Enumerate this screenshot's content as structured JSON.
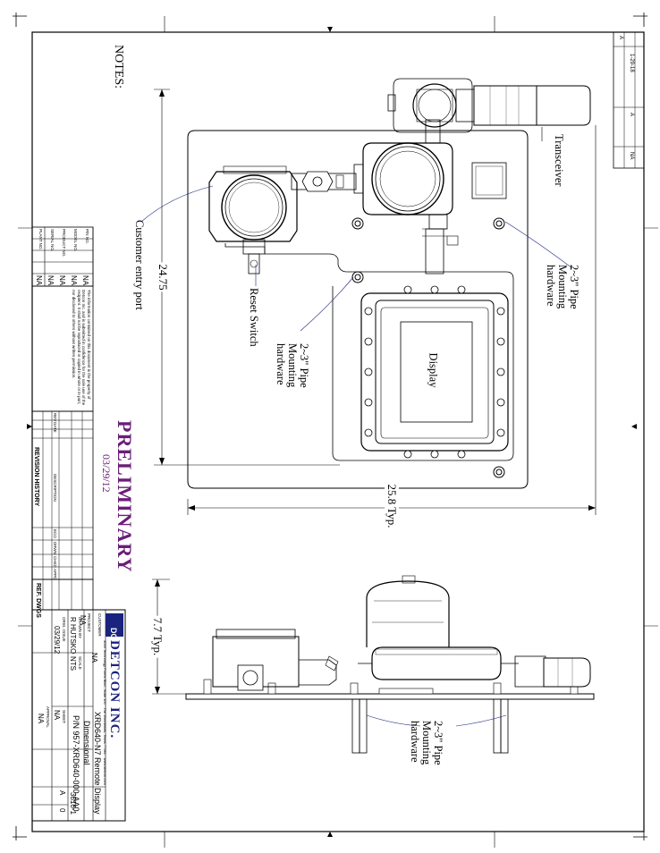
{
  "notes_heading": "NOTES:",
  "status": {
    "stamp": "PRELIMINARY",
    "date": "03/29/12",
    "color": "#6b1d78"
  },
  "callouts": {
    "transceiver": "Transceiver",
    "customer_entry": "Customer entry port",
    "reset_switch": "Reset Switch",
    "display": "Display",
    "pipe_mount_right": [
      "2~3\" Pipe",
      "Mounting",
      "hardware"
    ],
    "pipe_mount_center": [
      "2~3\" Pipe",
      "Mounting",
      "hardware"
    ],
    "pipe_mount_side": [
      "2~3\" Pipe",
      "Mounting",
      "hardware"
    ]
  },
  "dimensions": {
    "height": "24.75",
    "width": "25.8 Typ.",
    "depth": "7.7 Typ."
  },
  "info_table": [
    {
      "label": "P/N NO.",
      "value": "NA"
    },
    {
      "label": "MODEL NO.",
      "value": "NA"
    },
    {
      "label": "PRODUCT NO.",
      "value": "NA"
    },
    {
      "label": "SERIAL NO.",
      "value": "NA"
    },
    {
      "label": "PLANT NO.",
      "value": "NA"
    }
  ],
  "proprietary_note": "The information contained on this document is the property of Detcon Inc. and is submitted in confidence for the sole use of the recipient. It shall not be reproduced or copied in whole or in part, nor disclosed to others without written permission.",
  "revision_history": {
    "title": "REVISION HISTORY",
    "columns": [
      "REV",
      "DATE",
      "DESCRIPTION",
      "ECO",
      "DRWN",
      "CHKD",
      "APPD"
    ]
  },
  "ref_dwgs": "REF. DWGS",
  "title_block": {
    "company": "DETCON INC.",
    "address": "4055 Technology Forest Blvd., Suite 100 · The Woodlands, Texas 77381 · www.detcon.com",
    "customer_label": "CUSTOMER",
    "customer": "NA",
    "project_label": "PROJECT",
    "project": "NA",
    "title_line1": "XRD640-N7 Remote Display",
    "title_line2": "Dimensional",
    "pn": "P/N 957-XRD640-000-AA0",
    "drawn_by_label": "DRAWN BY",
    "drawn_by": "R HUTSKO",
    "scale_label": "SCALE",
    "scale": "NTS",
    "orig_issue_label": "ORIG. ISSUE",
    "orig_issue": "03/29/12",
    "drawing_no": "3816-1",
    "sheet_label": "SHEET",
    "sheet": "NA",
    "rev": "A",
    "page": "0",
    "approval_label": "APPROVAL",
    "approval": "NA"
  },
  "top_block": {
    "rev": "A",
    "date": "1-29-18",
    "by": "NA"
  }
}
